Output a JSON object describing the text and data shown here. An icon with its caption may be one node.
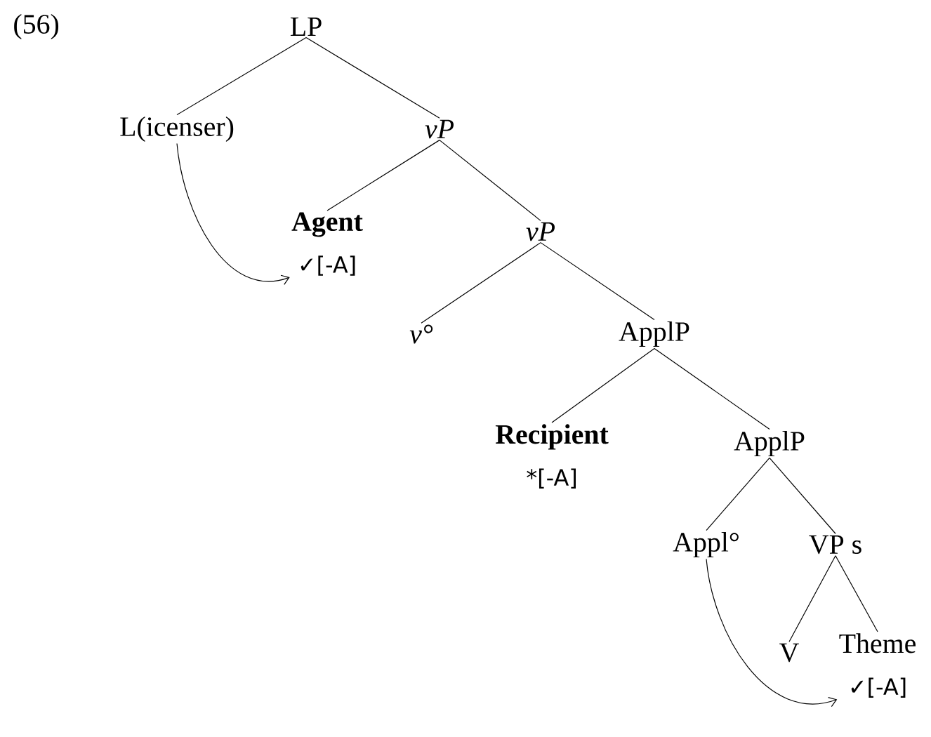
{
  "diagram": {
    "nodes": [
      {
        "text": [
          "LP"
        ]
      },
      {
        "text": [
          "L(icenser)"
        ]
      },
      {
        "text": [
          "vP"
        ]
      },
      {
        "text": [
          "Agent",
          "✓[-A]"
        ]
      },
      {
        "text": [
          "vP"
        ]
      },
      {
        "text": [
          "v°"
        ]
      },
      {
        "text": [
          "ApplP"
        ]
      },
      {
        "text": [
          "Recipient",
          "*[-A]"
        ]
      },
      {
        "text": [
          "ApplP"
        ]
      },
      {
        "text": [
          "Appl°"
        ]
      },
      {
        "text": [
          "VP s"
        ]
      },
      {
        "text": [
          "V"
        ]
      },
      {
        "text": [
          "Theme",
          "✓[-A]"
        ]
      }
    ],
    "edges": [
      {
        "from": 0,
        "to": 1,
        "arrow": "none"
      },
      {
        "from": 0,
        "to": 2,
        "arrow": "none"
      },
      {
        "from": 2,
        "to": 3,
        "arrow": "none"
      },
      {
        "from": 2,
        "to": 4,
        "arrow": "none"
      },
      {
        "from": 4,
        "to": 5,
        "arrow": "none"
      },
      {
        "from": 4,
        "to": 6,
        "arrow": "none"
      },
      {
        "from": 6,
        "to": 7,
        "arrow": "none"
      },
      {
        "from": 6,
        "to": 8,
        "arrow": "none"
      },
      {
        "from": 8,
        "to": 9,
        "arrow": "none"
      },
      {
        "from": 8,
        "to": 10,
        "arrow": "none"
      },
      {
        "from": 10,
        "to": 11,
        "arrow": "none"
      },
      {
        "from": 10,
        "to": 12,
        "arrow": "none"
      },
      {
        "from": 1,
        "to": 3,
        "arrow": "to"
      },
      {
        "from": 9,
        "to": 12,
        "arrow": "to"
      }
    ],
    "labels": [
      "(56)"
    ]
  }
}
